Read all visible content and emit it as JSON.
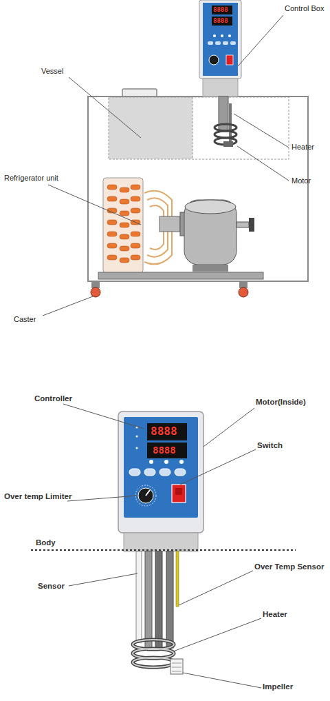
{
  "diagram": {
    "labels": [
      "Control Box",
      "Vessel",
      "Heater",
      "Motor",
      "Refrigerator unit",
      "Caster",
      "8888",
      "8888",
      "Controller",
      "Motor(Inside)",
      "Switch",
      "Over temp Limiter",
      "Body",
      "Sensor",
      "Over Temp Sensor",
      "Heater",
      "Impeller",
      "8888",
      "8888"
    ]
  }
}
